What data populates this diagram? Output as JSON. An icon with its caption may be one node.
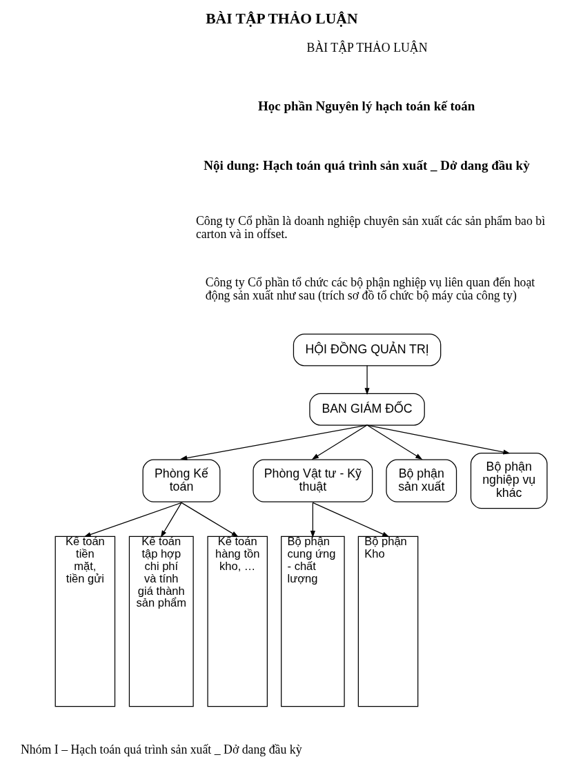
{
  "diagram": {
    "title": "BÀI TẬP THẢO LUẬN",
    "nodes": [
      {
        "text": [
          "HỘI ĐỒNG QUẢN TRỊ"
        ]
      },
      {
        "text": [
          "BAN GIÁM ĐỐC"
        ]
      },
      {
        "text": [
          "Phòng Kế toán"
        ]
      },
      {
        "text": [
          "Phòng Vật tư - Kỹ thuật"
        ]
      },
      {
        "text": [
          "Bộ phận sản xuất"
        ]
      },
      {
        "text": [
          "Bộ phận nghiệp vụ khác"
        ]
      },
      {
        "text": [
          "Kế toán tiền mặt, tiền gửi"
        ]
      },
      {
        "text": [
          "Kế toán tập hợp chi phí và tính giá thành sản phẩm"
        ]
      },
      {
        "text": [
          "Kế toán hàng tồn kho, …"
        ]
      },
      {
        "text": [
          "Bộ phận cung ứng - chất lượng"
        ]
      },
      {
        "text": [
          "Bộ phận Kho"
        ]
      }
    ],
    "edges": [
      {
        "from": 0,
        "to": 1,
        "arrow": "to"
      },
      {
        "from": 1,
        "to": 2,
        "arrow": "to"
      },
      {
        "from": 1,
        "to": 3,
        "arrow": "to"
      },
      {
        "from": 1,
        "to": 4,
        "arrow": "to"
      },
      {
        "from": 1,
        "to": 5,
        "arrow": "to"
      },
      {
        "from": 2,
        "to": 6,
        "arrow": "to"
      },
      {
        "from": 2,
        "to": 7,
        "arrow": "to"
      },
      {
        "from": 2,
        "to": 8,
        "arrow": "to"
      },
      {
        "from": 3,
        "to": 9,
        "arrow": "to"
      },
      {
        "from": 3,
        "to": 10,
        "arrow": "to"
      }
    ],
    "labels": [
      "BÀI TẬP THẢO LUẬN",
      "Học phần Nguyên lý hạch toán kế toán",
      "Nội dung: Hạch toán quá trình sản xuất _ Dở dang đầu kỳ",
      "Công ty Cổ phần là doanh nghiệp chuyên sản xuất các sản phẩm bao bì carton và in offset.",
      "Công ty Cổ phần tổ chức các bộ phận nghiệp vụ liên quan đến hoạt động sản xuất như sau (trích sơ đồ tổ chức bộ máy của công ty)",
      "Nhóm I – Hạch toán quá trình sản xuất _ Dở dang đầu kỳ"
    ]
  }
}
